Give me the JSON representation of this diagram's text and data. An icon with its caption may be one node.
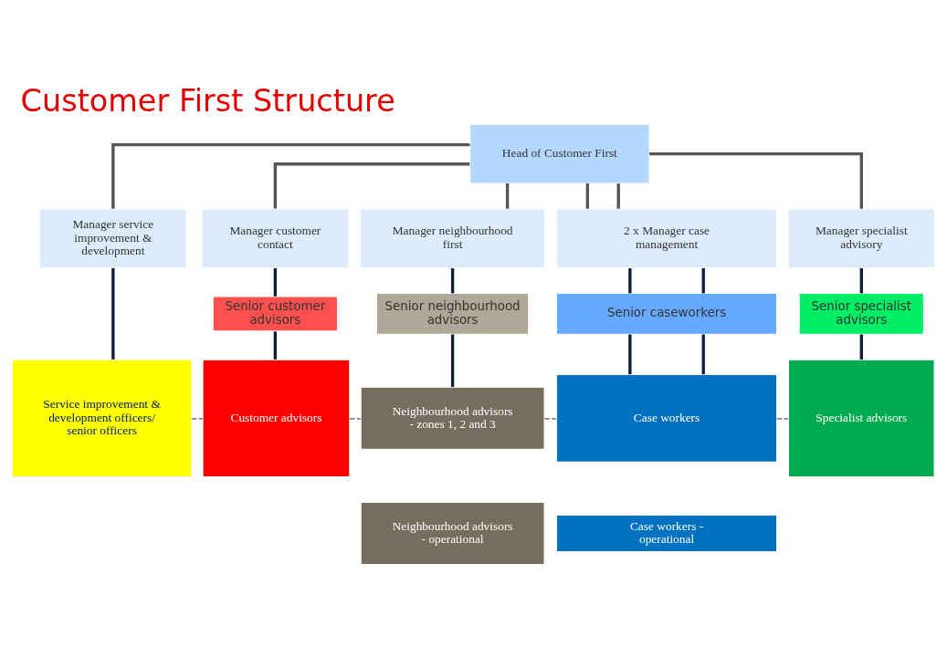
{
  "diagram": {
    "title": "Customer First Structure",
    "nodes": [
      {
        "text": [
          "Head of Customer First"
        ]
      },
      {
        "text": [
          "Manager service improvement & development"
        ]
      },
      {
        "text": [
          "Manager customer contact"
        ]
      },
      {
        "text": [
          "Manager neighbourhood first"
        ]
      },
      {
        "text": [
          "2 x Manager case management"
        ]
      },
      {
        "text": [
          "Manager specialist advisory"
        ]
      },
      {
        "text": [
          "Senior customer advisors"
        ]
      },
      {
        "text": [
          "Senior neighbourhood advisors"
        ]
      },
      {
        "text": [
          "Senior caseworkers"
        ]
      },
      {
        "text": [
          "Senior specialist advisors"
        ]
      },
      {
        "text": [
          "Service improvement & development officers/ senior officers"
        ]
      },
      {
        "text": [
          "Customer advisors"
        ]
      },
      {
        "text": [
          "Neighbourhood advisors - zones 1, 2 and 3"
        ]
      },
      {
        "text": [
          "Neighbourhood advisors - operational"
        ]
      },
      {
        "text": [
          "Case workers"
        ]
      },
      {
        "text": [
          "Case workers - operational"
        ]
      },
      {
        "text": [
          "Specialist advisors"
        ]
      }
    ],
    "edges": [
      {
        "from": 0,
        "to": 1,
        "arrow": "none",
        "color": "#555555"
      },
      {
        "from": 0,
        "to": 2,
        "arrow": "none",
        "color": "#555555"
      },
      {
        "from": 0,
        "to": 3,
        "arrow": "none",
        "color": "#555555"
      },
      {
        "from": 0,
        "to": 4,
        "arrow": "none",
        "color": "#555555"
      },
      {
        "from": 0,
        "to": 4,
        "arrow": "none",
        "color": "#555555"
      },
      {
        "from": 0,
        "to": 5,
        "arrow": "none",
        "color": "#555555"
      },
      {
        "from": 1,
        "to": 10,
        "arrow": "none"
      },
      {
        "from": 2,
        "to": 6,
        "arrow": "none"
      },
      {
        "from": 6,
        "to": 11,
        "arrow": "none"
      },
      {
        "from": 3,
        "to": 7,
        "arrow": "none"
      },
      {
        "from": 7,
        "to": 12,
        "arrow": "none"
      },
      {
        "from": 4,
        "to": 8,
        "arrow": "none"
      },
      {
        "from": 4,
        "to": 8,
        "arrow": "none"
      },
      {
        "from": 8,
        "to": 14,
        "arrow": "none"
      },
      {
        "from": 8,
        "to": 14,
        "arrow": "none"
      },
      {
        "from": 5,
        "to": 9,
        "arrow": "none"
      },
      {
        "from": 9,
        "to": 16,
        "arrow": "none"
      },
      {
        "from": 10,
        "to": 11,
        "arrow": "none",
        "style": "dashed",
        "color": "#555555"
      },
      {
        "from": 11,
        "to": 12,
        "arrow": "none",
        "style": "dashed",
        "color": "#555555"
      },
      {
        "from": 12,
        "to": 14,
        "arrow": "none",
        "style": "dashed",
        "color": "#555555"
      },
      {
        "from": 14,
        "to": 16,
        "arrow": "none",
        "style": "dashed",
        "color": "#555555"
      }
    ]
  }
}
